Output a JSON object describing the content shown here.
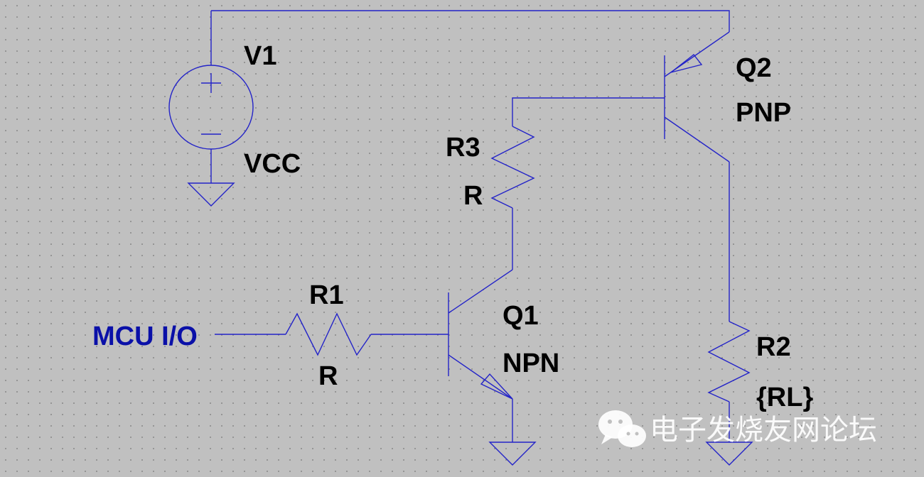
{
  "components": {
    "v1": {
      "ref": "V1",
      "value": "VCC"
    },
    "q1": {
      "ref": "Q1",
      "type": "NPN"
    },
    "q2": {
      "ref": "Q2",
      "type": "PNP"
    },
    "r1": {
      "ref": "R1",
      "value": "R"
    },
    "r2": {
      "ref": "R2",
      "value": "{RL}"
    },
    "r3": {
      "ref": "R3",
      "value": "R"
    }
  },
  "net_labels": {
    "mcu_io": "MCU I/O"
  },
  "watermark": {
    "text": "电子发烧友网论坛"
  },
  "colors": {
    "wire": "#2323c8",
    "net_label": "#0a10a8",
    "text": "#000000",
    "background": "#c0c0c0"
  }
}
